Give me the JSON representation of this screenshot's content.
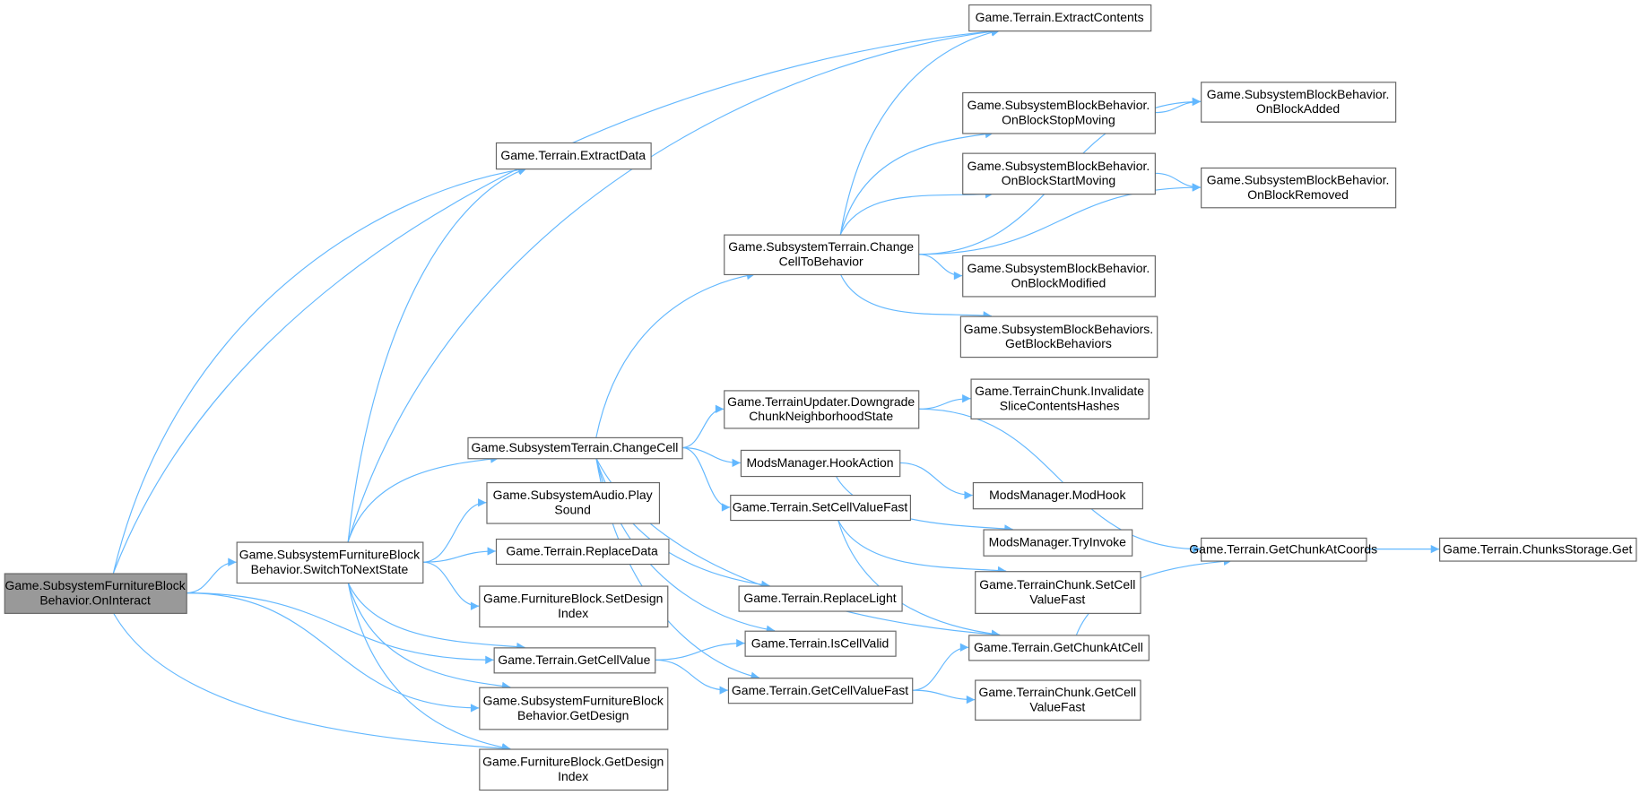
{
  "title": "Call graph for Game.SubsystemFurnitureBlockBehavior.OnInteract",
  "colors": {
    "edge": "#63b8ff",
    "root_fill": "#999999",
    "node_border": "#666666"
  },
  "nodes": [
    {
      "id": "n1",
      "lines": [
        "Game.SubsystemFurnitureBlock",
        "Behavior.OnInteract"
      ],
      "root": true
    },
    {
      "id": "n2",
      "lines": [
        "Game.SubsystemFurnitureBlock",
        "Behavior.SwitchToNextState"
      ]
    },
    {
      "id": "n3",
      "lines": [
        "Game.Terrain.ExtractContents"
      ]
    },
    {
      "id": "n4",
      "lines": [
        "Game.Terrain.ExtractData"
      ]
    },
    {
      "id": "n5",
      "lines": [
        "Game.SubsystemTerrain.ChangeCell"
      ]
    },
    {
      "id": "n6",
      "lines": [
        "Game.SubsystemAudio.Play",
        "Sound"
      ]
    },
    {
      "id": "n7",
      "lines": [
        "Game.Terrain.ReplaceData"
      ]
    },
    {
      "id": "n8",
      "lines": [
        "Game.FurnitureBlock.SetDesign",
        "Index"
      ]
    },
    {
      "id": "n9",
      "lines": [
        "Game.Terrain.GetCellValue"
      ]
    },
    {
      "id": "n10",
      "lines": [
        "Game.SubsystemFurnitureBlock",
        "Behavior.GetDesign"
      ]
    },
    {
      "id": "n11",
      "lines": [
        "Game.FurnitureBlock.GetDesign",
        "Index"
      ]
    },
    {
      "id": "n12",
      "lines": [
        "Game.SubsystemTerrain.Change",
        "CellToBehavior"
      ]
    },
    {
      "id": "n13",
      "lines": [
        "Game.TerrainUpdater.Downgrade",
        "ChunkNeighborhoodState"
      ]
    },
    {
      "id": "n14",
      "lines": [
        "ModsManager.HookAction"
      ]
    },
    {
      "id": "n15",
      "lines": [
        "Game.Terrain.SetCellValueFast"
      ]
    },
    {
      "id": "n16",
      "lines": [
        "Game.Terrain.ReplaceLight"
      ]
    },
    {
      "id": "n17",
      "lines": [
        "Game.Terrain.IsCellValid"
      ]
    },
    {
      "id": "n18",
      "lines": [
        "Game.Terrain.GetCellValueFast"
      ]
    },
    {
      "id": "n19",
      "lines": [
        "Game.SubsystemBlockBehavior.",
        "OnBlockStopMoving"
      ]
    },
    {
      "id": "n20",
      "lines": [
        "Game.SubsystemBlockBehavior.",
        "OnBlockStartMoving"
      ]
    },
    {
      "id": "n21",
      "lines": [
        "Game.SubsystemBlockBehavior.",
        "OnBlockModified"
      ]
    },
    {
      "id": "n22",
      "lines": [
        "Game.SubsystemBlockBehaviors.",
        "GetBlockBehaviors"
      ]
    },
    {
      "id": "n23",
      "lines": [
        "Game.TerrainChunk.Invalidate",
        "SliceContentsHashes"
      ]
    },
    {
      "id": "n24",
      "lines": [
        "ModsManager.ModHook"
      ]
    },
    {
      "id": "n25",
      "lines": [
        "ModsManager.TryInvoke"
      ]
    },
    {
      "id": "n26",
      "lines": [
        "Game.TerrainChunk.SetCell",
        "ValueFast"
      ]
    },
    {
      "id": "n27",
      "lines": [
        "Game.Terrain.GetChunkAtCell"
      ]
    },
    {
      "id": "n28",
      "lines": [
        "Game.TerrainChunk.GetCell",
        "ValueFast"
      ]
    },
    {
      "id": "n29",
      "lines": [
        "Game.SubsystemBlockBehavior.",
        "OnBlockAdded"
      ]
    },
    {
      "id": "n30",
      "lines": [
        "Game.SubsystemBlockBehavior.",
        "OnBlockRemoved"
      ]
    },
    {
      "id": "n31",
      "lines": [
        "Game.Terrain.GetChunkAtCoords"
      ]
    },
    {
      "id": "n32",
      "lines": [
        "Game.Terrain.ChunksStorage.Get"
      ]
    }
  ],
  "edges": [
    [
      "n1",
      "n3"
    ],
    [
      "n1",
      "n4"
    ],
    [
      "n1",
      "n2"
    ],
    [
      "n1",
      "n9"
    ],
    [
      "n1",
      "n10"
    ],
    [
      "n1",
      "n11"
    ],
    [
      "n2",
      "n3"
    ],
    [
      "n2",
      "n4"
    ],
    [
      "n2",
      "n5"
    ],
    [
      "n2",
      "n6"
    ],
    [
      "n2",
      "n7"
    ],
    [
      "n2",
      "n8"
    ],
    [
      "n2",
      "n9"
    ],
    [
      "n2",
      "n10"
    ],
    [
      "n2",
      "n11"
    ],
    [
      "n5",
      "n12"
    ],
    [
      "n5",
      "n13"
    ],
    [
      "n5",
      "n14"
    ],
    [
      "n5",
      "n15"
    ],
    [
      "n5",
      "n16"
    ],
    [
      "n5",
      "n17"
    ],
    [
      "n5",
      "n18"
    ],
    [
      "n5",
      "n27"
    ],
    [
      "n9",
      "n17"
    ],
    [
      "n9",
      "n18"
    ],
    [
      "n12",
      "n3"
    ],
    [
      "n12",
      "n29"
    ],
    [
      "n12",
      "n19"
    ],
    [
      "n12",
      "n20"
    ],
    [
      "n12",
      "n30"
    ],
    [
      "n12",
      "n21"
    ],
    [
      "n12",
      "n22"
    ],
    [
      "n19",
      "n29"
    ],
    [
      "n20",
      "n30"
    ],
    [
      "n13",
      "n23"
    ],
    [
      "n13",
      "n31"
    ],
    [
      "n14",
      "n24"
    ],
    [
      "n14",
      "n25"
    ],
    [
      "n15",
      "n26"
    ],
    [
      "n15",
      "n27"
    ],
    [
      "n18",
      "n27"
    ],
    [
      "n18",
      "n28"
    ],
    [
      "n27",
      "n31"
    ],
    [
      "n31",
      "n32"
    ]
  ]
}
